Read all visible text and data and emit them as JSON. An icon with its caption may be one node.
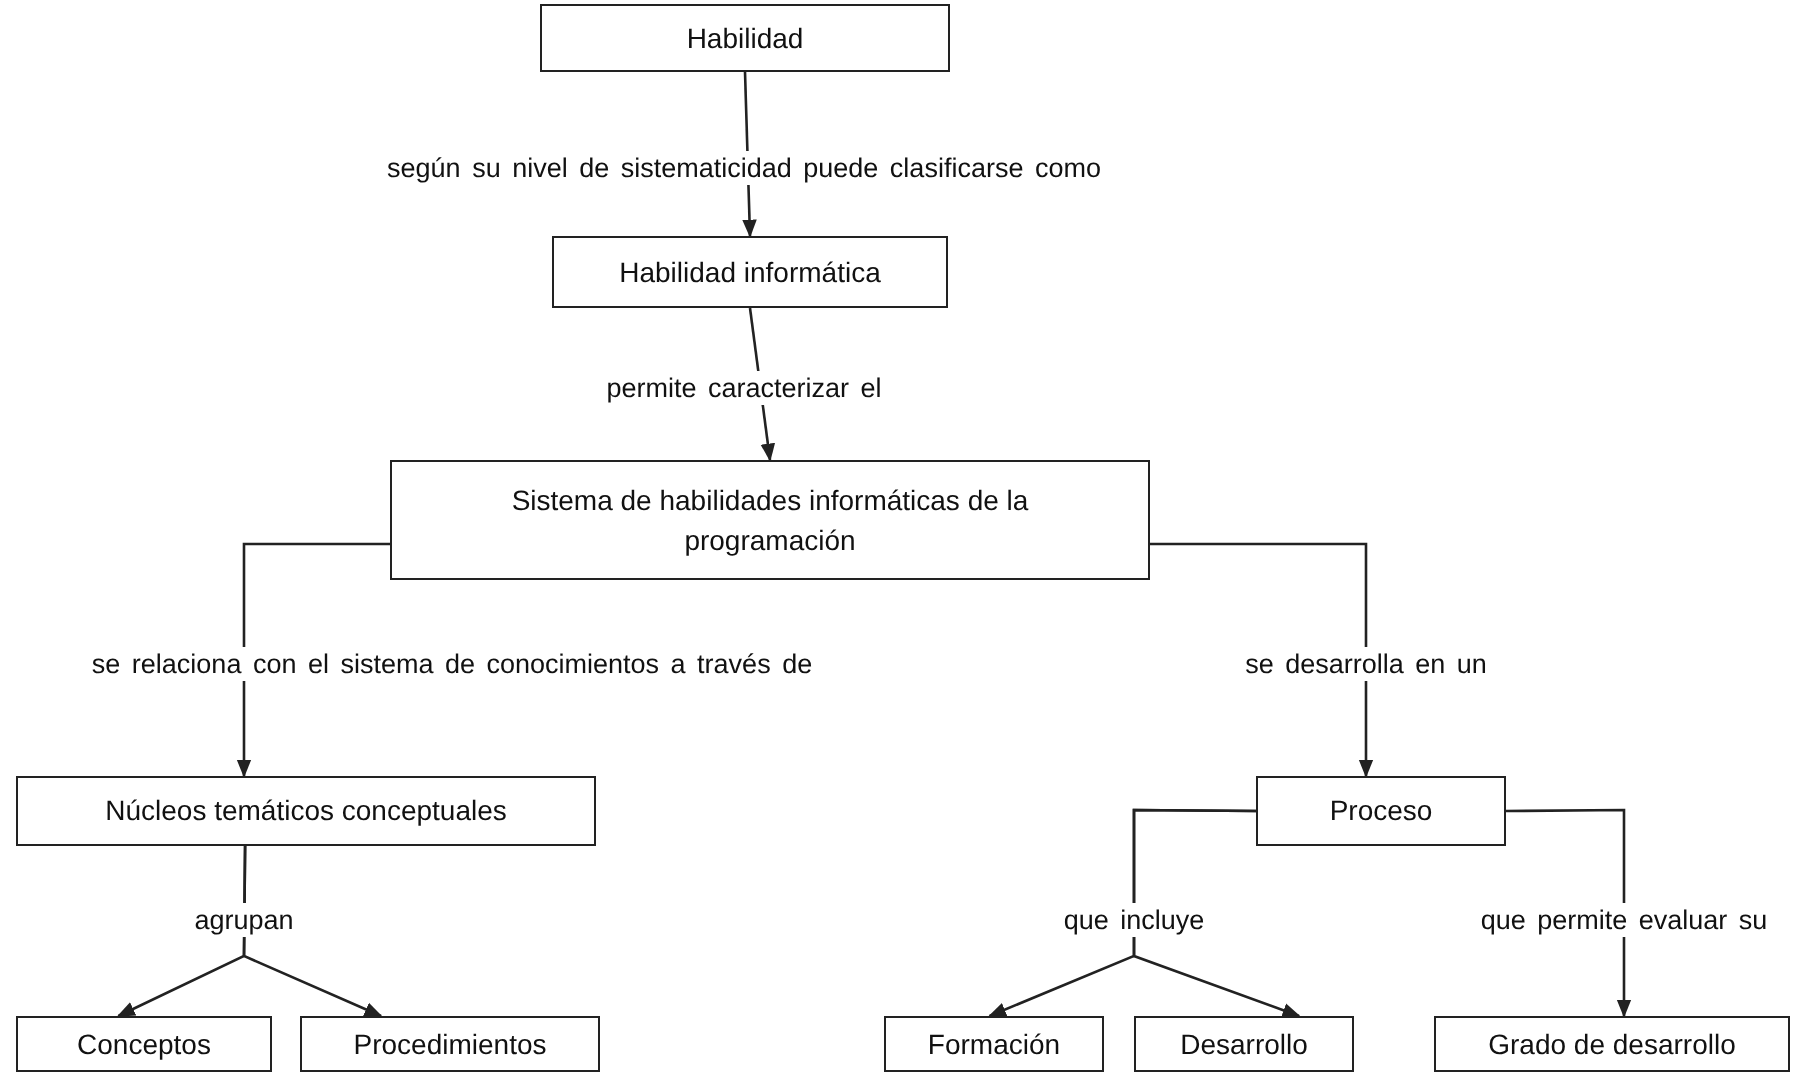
{
  "diagram": {
    "nodes": [
      {
        "text": [
          "Habilidad"
        ]
      },
      {
        "text": [
          "Habilidad informática"
        ]
      },
      {
        "text": [
          "Sistema de habilidades informáticas de la programación"
        ]
      },
      {
        "text": [
          "Núcleos temáticos conceptuales"
        ]
      },
      {
        "text": [
          "Conceptos"
        ]
      },
      {
        "text": [
          "Procedimientos"
        ]
      },
      {
        "text": [
          "Proceso"
        ]
      },
      {
        "text": [
          "Formación"
        ]
      },
      {
        "text": [
          "Desarrollo"
        ]
      },
      {
        "text": [
          "Grado de desarrollo"
        ]
      }
    ],
    "edges": [
      {
        "from": 0,
        "to": 1,
        "arrow": "to",
        "label": "según su nivel de sistematicidad puede clasificarse como"
      },
      {
        "from": 1,
        "to": 2,
        "arrow": "to",
        "label": "permite caracterizar el"
      },
      {
        "from": 2,
        "to": 3,
        "arrow": "to",
        "label": "se relaciona con el sistema de conocimientos a través de"
      },
      {
        "from": 2,
        "to": 6,
        "arrow": "to",
        "label": "se desarrolla en un"
      },
      {
        "from": 3,
        "to": 4,
        "arrow": "to",
        "label": "agrupan"
      },
      {
        "from": 3,
        "to": 5,
        "arrow": "to"
      },
      {
        "from": 6,
        "to": 7,
        "arrow": "to",
        "label": "que incluye"
      },
      {
        "from": 6,
        "to": 8,
        "arrow": "to"
      },
      {
        "from": 6,
        "to": 9,
        "arrow": "to",
        "label": "que permite evaluar su"
      }
    ]
  }
}
